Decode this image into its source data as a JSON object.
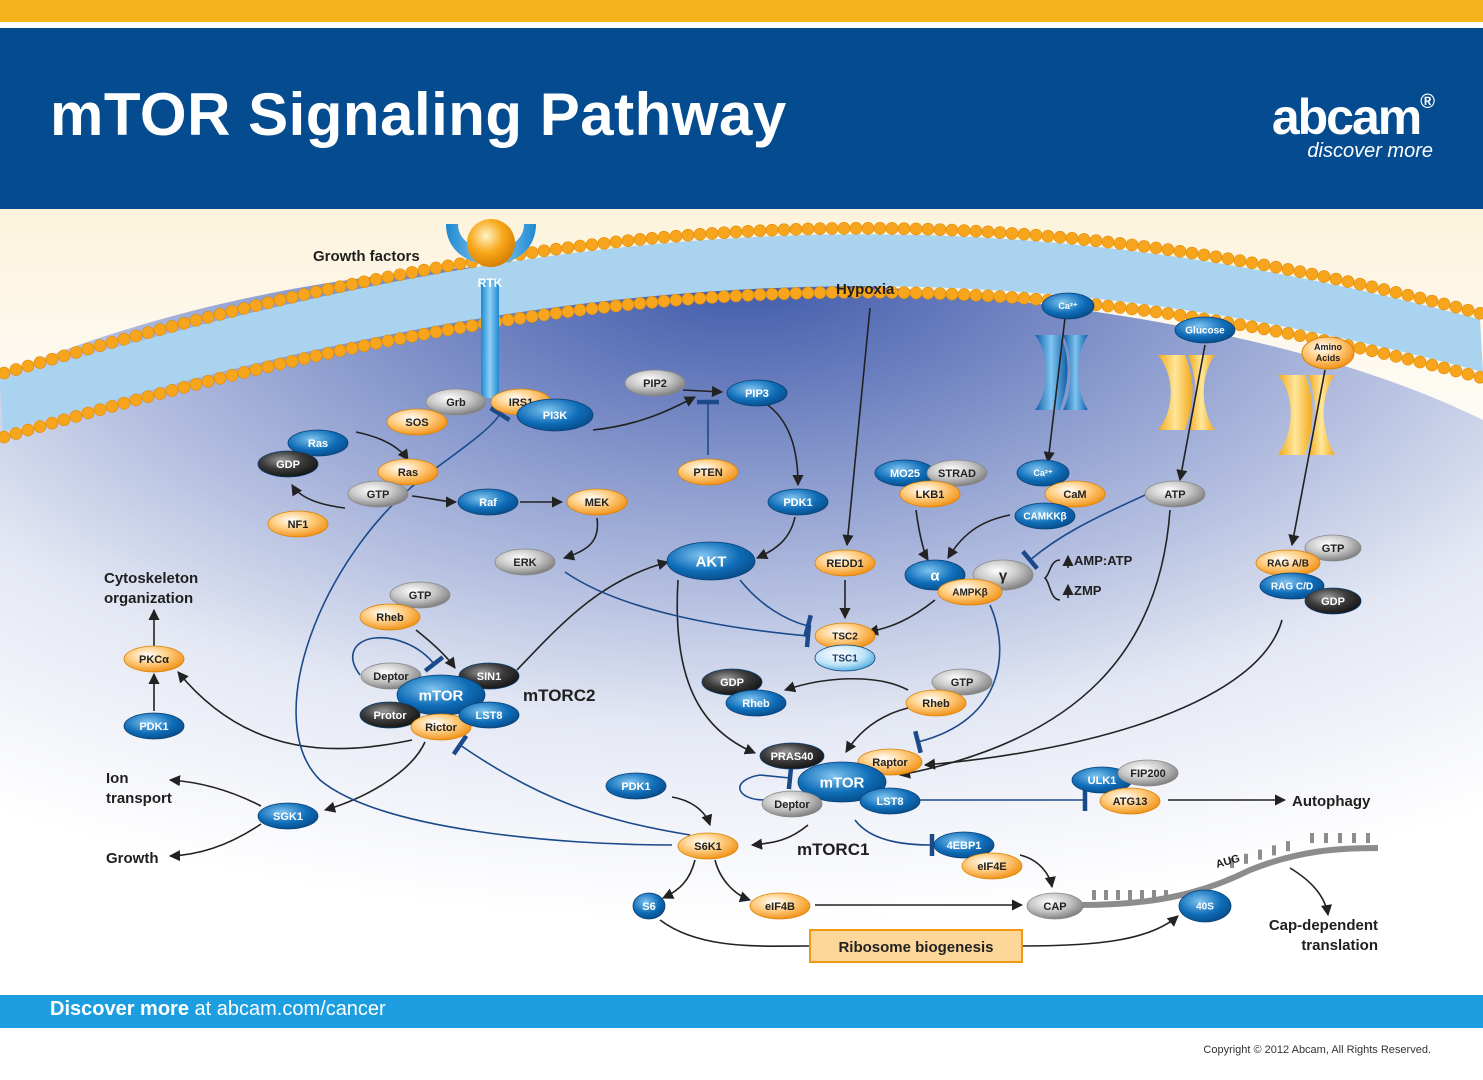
{
  "header": {
    "title": "mTOR Signaling Pathway",
    "brand": "abcam",
    "brand_mark": "®",
    "tagline": "discover more"
  },
  "footer": {
    "prefix": "Discover more",
    "suffix": " at abcam.com/cancer",
    "copyright": "Copyright © 2012 Abcam, All Rights Reserved."
  },
  "colors": {
    "header_blue": "#044c8f",
    "stripe_yellow": "#f5b41c",
    "footer_blue": "#1c9ee0",
    "node_blue": "#0f6db8",
    "node_orange": "#f7a11a",
    "node_gray": "#a9a9a9",
    "node_dark": "#3b3b3b",
    "arrow_dark": "#222222",
    "inhibit_blue": "#1b4a8a"
  },
  "labels": {
    "growth_factors": "Growth factors",
    "hypoxia": "Hypoxia",
    "cytoskeleton": "Cytoskeleton",
    "organization": "organization",
    "ion": "Ion",
    "transport": "transport",
    "growth": "Growth",
    "mtorc2": "mTORC2",
    "mtorc1": "mTORC1",
    "amp_atp": "AMP:ATP",
    "zmp": "ZMP",
    "autophagy": "Autophagy",
    "cap_dependent": "Cap-dependent",
    "translation": "translation",
    "ribosome_biogenesis": "Ribosome biogenesis",
    "aug": "AUG"
  },
  "nodes": {
    "rtk": "RTK",
    "grb": "Grb",
    "irs1": "IRS1",
    "sos": "SOS",
    "pi3k": "PI3K",
    "ras_top": "Ras",
    "gdp_ras": "GDP",
    "ras_mid": "Ras",
    "gtp_ras": "GTP",
    "nf1": "NF1",
    "raf": "Raf",
    "mek": "MEK",
    "erk": "ERK",
    "pip2": "PIP2",
    "pip3": "PIP3",
    "pten": "PTEN",
    "pdk1_top": "PDK1",
    "akt": "AKT",
    "redd1": "REDD1",
    "tsc2": "TSC2",
    "tsc1": "TSC1",
    "mo25": "MO25",
    "strad": "STRAD",
    "lkb1": "LKB1",
    "ca_out": "Ca²⁺",
    "ca_in": "Ca²⁺",
    "cam": "CaM",
    "camkk": "CAMKKβ",
    "glucose": "Glucose",
    "amino_acids_1": "Amino",
    "amino_acids_2": "Acids",
    "atp": "ATP",
    "ampk_a": "α",
    "ampk_g": "γ",
    "ampk_b": "AMPKβ",
    "gtp_rag": "GTP",
    "rag_ab": "RAG A/B",
    "rag_cd": "RAG C/D",
    "gdp_rag": "GDP",
    "gtp_rheb2": "GTP",
    "rheb2": "Rheb",
    "deptor2": "Deptor",
    "sin1": "SIN1",
    "mtor2": "mTOR",
    "protor": "Protor",
    "rictor": "Rictor",
    "lst8_2": "LST8",
    "pkca": "PKCα",
    "pdk1_left": "PDK1",
    "sgk1": "SGK1",
    "gdp_rheb1": "GDP",
    "rheb_gdp": "Rheb",
    "gtp_rheb1": "GTP",
    "rheb1": "Rheb",
    "pras40": "PRAS40",
    "raptor": "Raptor",
    "mtor1": "mTOR",
    "deptor1": "Deptor",
    "lst8_1": "LST8",
    "pdk1_mid": "PDK1",
    "s6k1": "S6K1",
    "ulk1": "ULK1",
    "fip200": "FIP200",
    "atg13": "ATG13",
    "ebp1": "4EBP1",
    "eif4e": "eIF4E",
    "s6": "S6",
    "eif4b": "eIF4B",
    "cap": "CAP",
    "s40": "40S"
  }
}
